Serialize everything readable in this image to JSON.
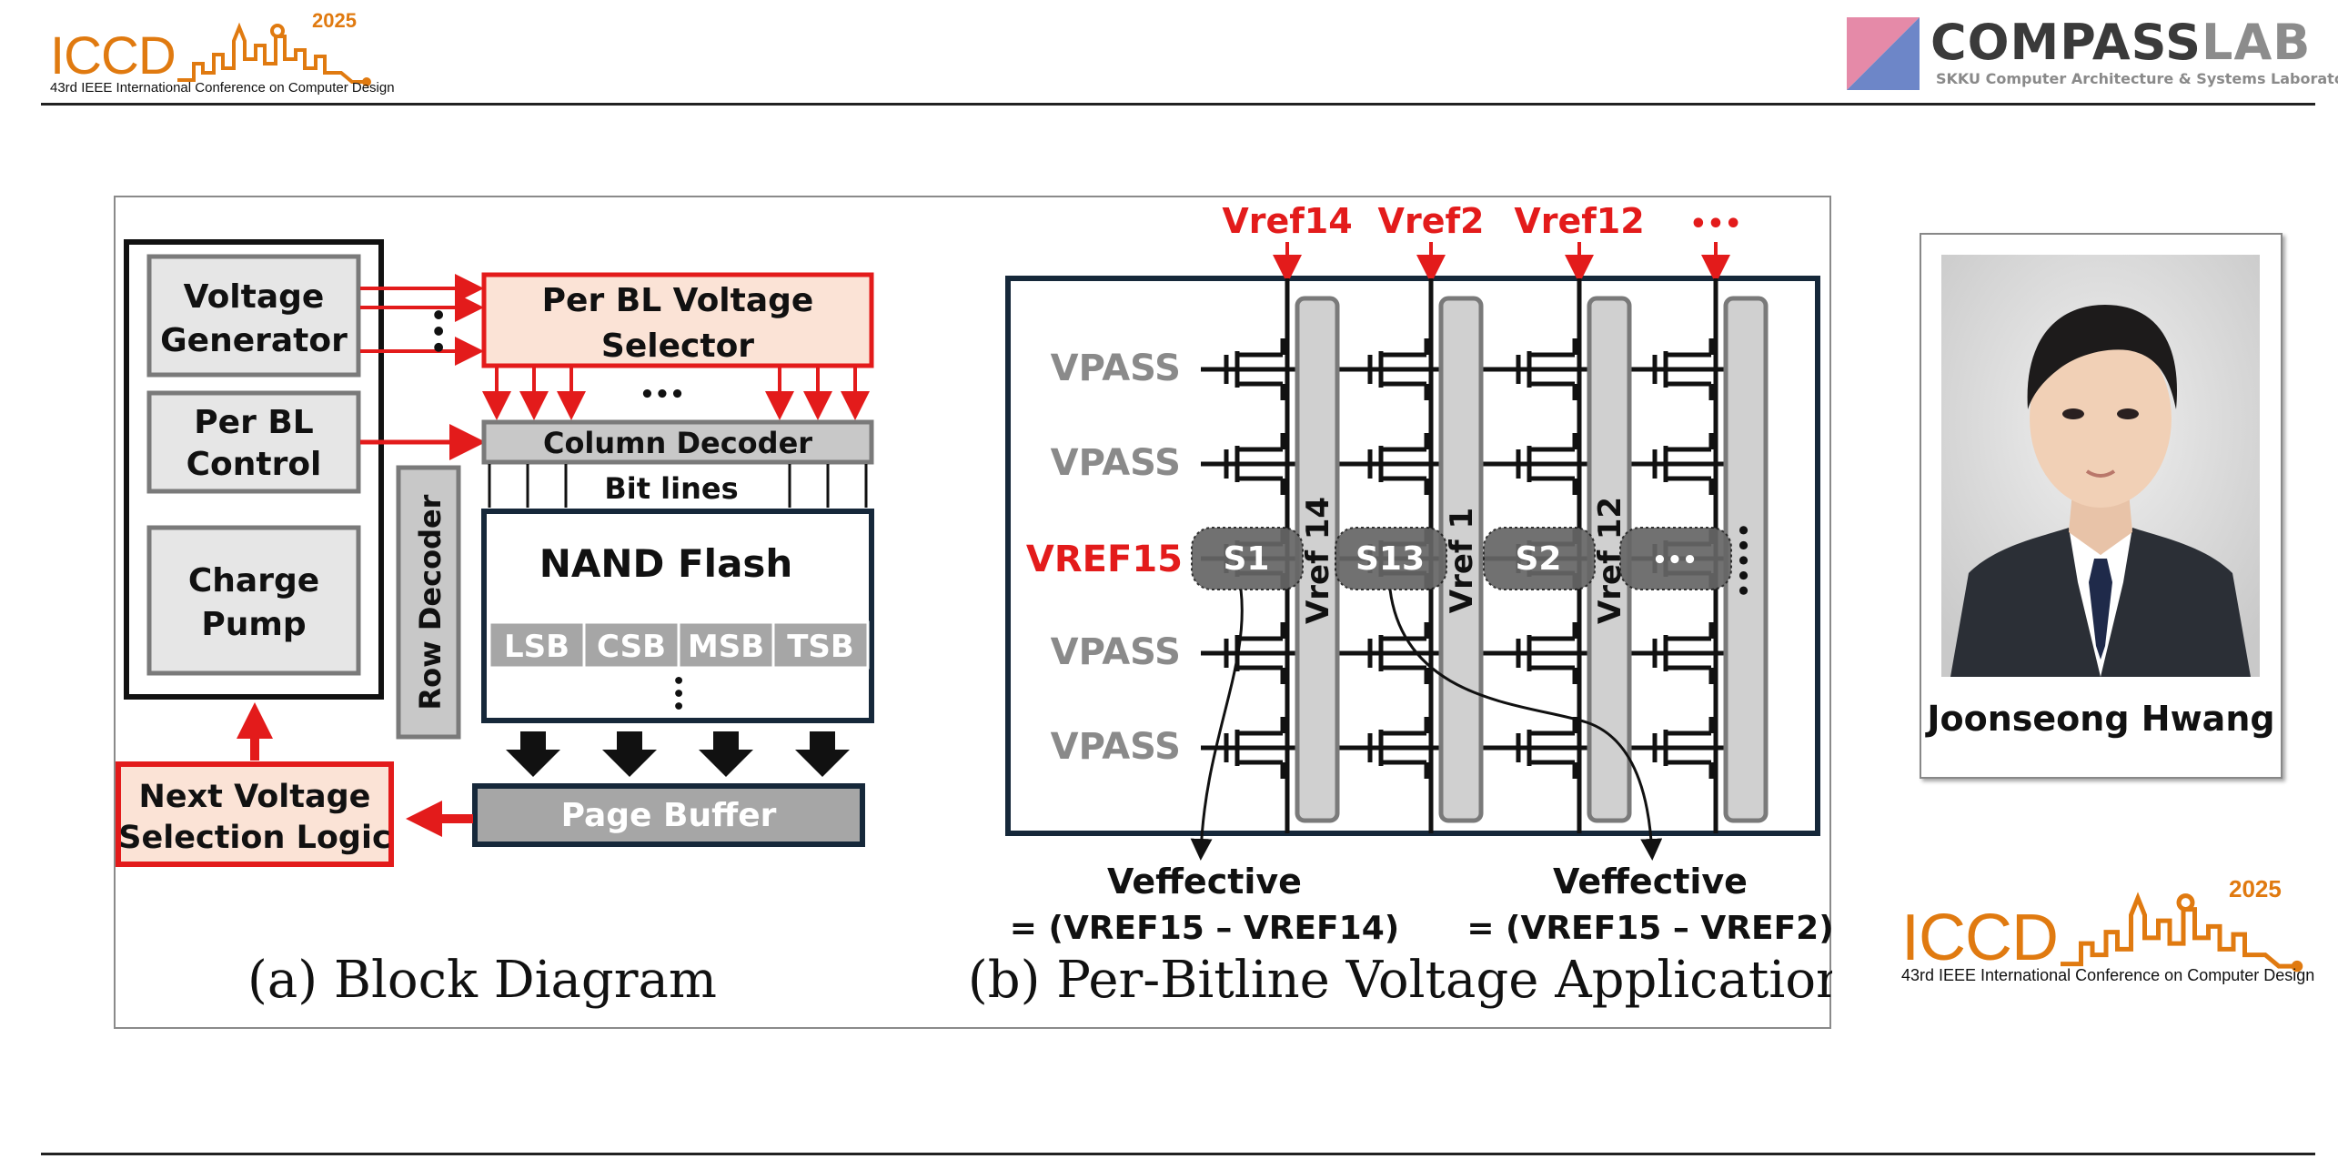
{
  "header": {
    "conf_logo": {
      "word": "ICCD",
      "year": "2025",
      "tagline": "43rd IEEE International Conference on Computer Design",
      "color": "#e07a10"
    },
    "lab_logo": {
      "word_dark": "COMPASS",
      "word_light": "LAB",
      "subtitle": "SKKU Computer Architecture & Systems Laboratory",
      "dark_color": "#3a3a3a",
      "light_color": "#8c8c8c"
    }
  },
  "figure_a": {
    "caption": "(a)  Block Diagram",
    "voltage_generator": [
      "Voltage",
      "Generator"
    ],
    "per_bl_control": [
      "Per BL",
      "Control"
    ],
    "charge_pump": [
      "Charge",
      "Pump"
    ],
    "next_voltage_logic": [
      "Next Voltage",
      "Selection Logic"
    ],
    "per_bl_selector": [
      "Per BL Voltage",
      "Selector"
    ],
    "ellipsis": "•••",
    "column_decoder": "Column Decoder",
    "bit_lines": "Bit lines",
    "row_decoder": "Row Decoder",
    "nand_flash": "NAND Flash",
    "pages": [
      "LSB",
      "CSB",
      "MSB",
      "TSB"
    ],
    "page_buffer": "Page Buffer"
  },
  "figure_b": {
    "caption": "(b) Per-Bitline Voltage Application",
    "top_refs": [
      "Vref14",
      "Vref2",
      "Vref12",
      "•••"
    ],
    "rows": [
      "VPASS",
      "VPASS",
      "VREF15",
      "VPASS",
      "VPASS"
    ],
    "states": [
      "S1",
      "S13",
      "S2",
      "•••"
    ],
    "column_labels": [
      "Vref 14",
      "Vref 1",
      "Vref 12",
      "•••••"
    ],
    "veff_left": [
      "Veffective",
      "= (VREF15 – VREF14)"
    ],
    "veff_right": [
      "Veffective",
      "= (VREF15 – VREF2)"
    ],
    "accent_color": "#e31b1b"
  },
  "presenter": {
    "name": "Joonseong Hwang"
  }
}
